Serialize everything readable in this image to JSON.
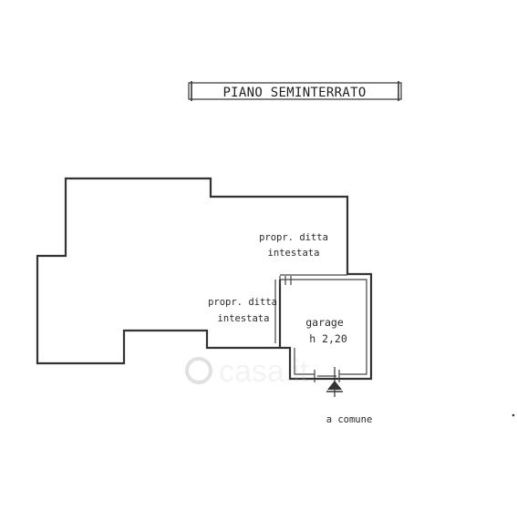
{
  "title": "PIANO SEMINTERRATO",
  "rooms": {
    "prop_upper": {
      "line1": "propr. ditta",
      "line2": "intestata"
    },
    "prop_lower": {
      "line1": "propr. ditta",
      "line2": "intestata"
    },
    "garage": {
      "name": "garage",
      "height": "h 2,20"
    }
  },
  "access": {
    "label": "a comune"
  },
  "watermark": {
    "text": "casa.it"
  },
  "colors": {
    "line": "#333333",
    "background": "#ffffff",
    "watermark": "#bdbdbd"
  }
}
